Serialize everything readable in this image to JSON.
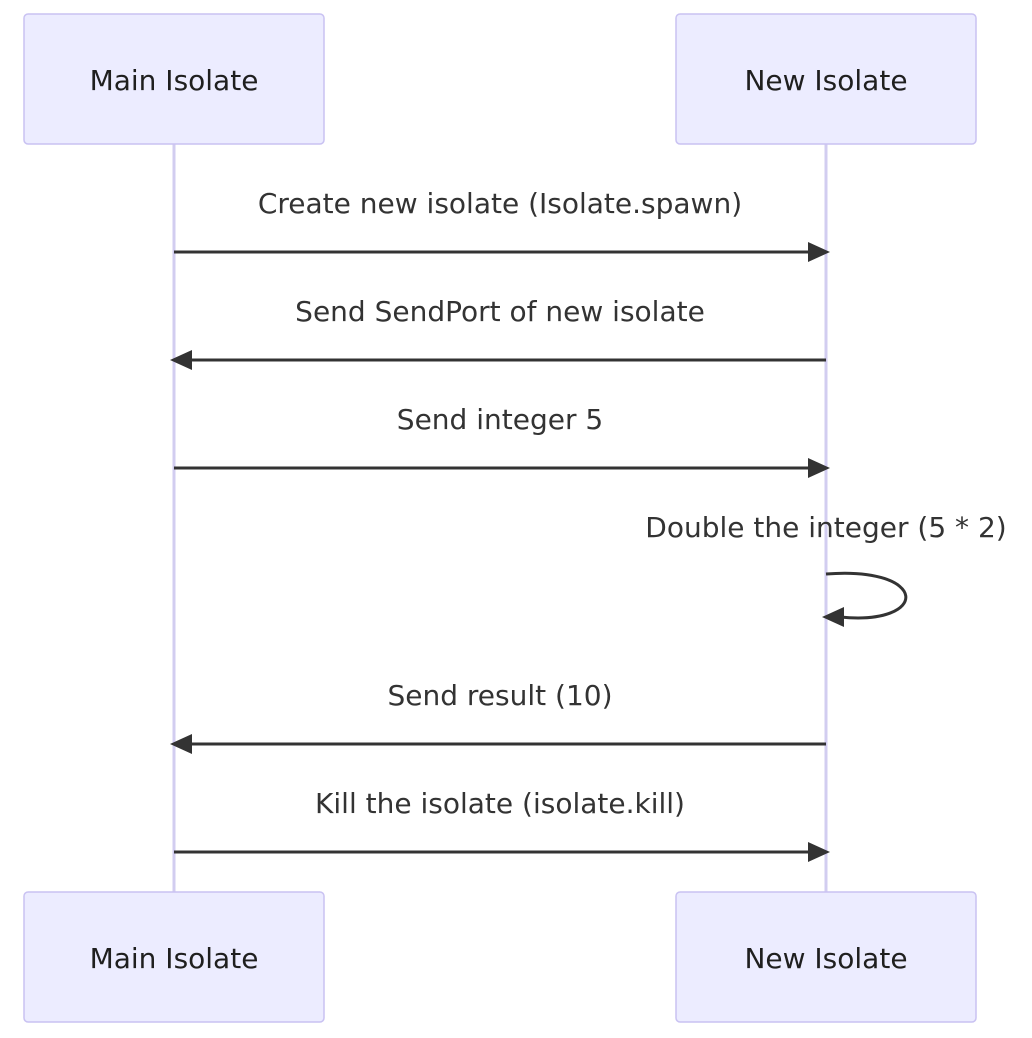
{
  "participants": [
    {
      "id": "main",
      "label": "Main Isolate"
    },
    {
      "id": "new",
      "label": "New Isolate"
    }
  ],
  "messages": [
    {
      "from": "main",
      "to": "new",
      "label": "Create new isolate (Isolate.spawn)"
    },
    {
      "from": "new",
      "to": "main",
      "label": "Send SendPort of new isolate"
    },
    {
      "from": "main",
      "to": "new",
      "label": "Send integer 5"
    },
    {
      "from": "new",
      "to": "new",
      "label": "Double the integer (5 * 2)"
    },
    {
      "from": "new",
      "to": "main",
      "label": "Send result (10)"
    },
    {
      "from": "main",
      "to": "new",
      "label": "Kill the isolate (isolate.kill)"
    }
  ],
  "colors": {
    "actor_fill": "#ececff",
    "actor_stroke": "#c9c2f2",
    "lifeline": "#d2cdf0",
    "message_line": "#333333",
    "text": "#1f1f1f"
  }
}
